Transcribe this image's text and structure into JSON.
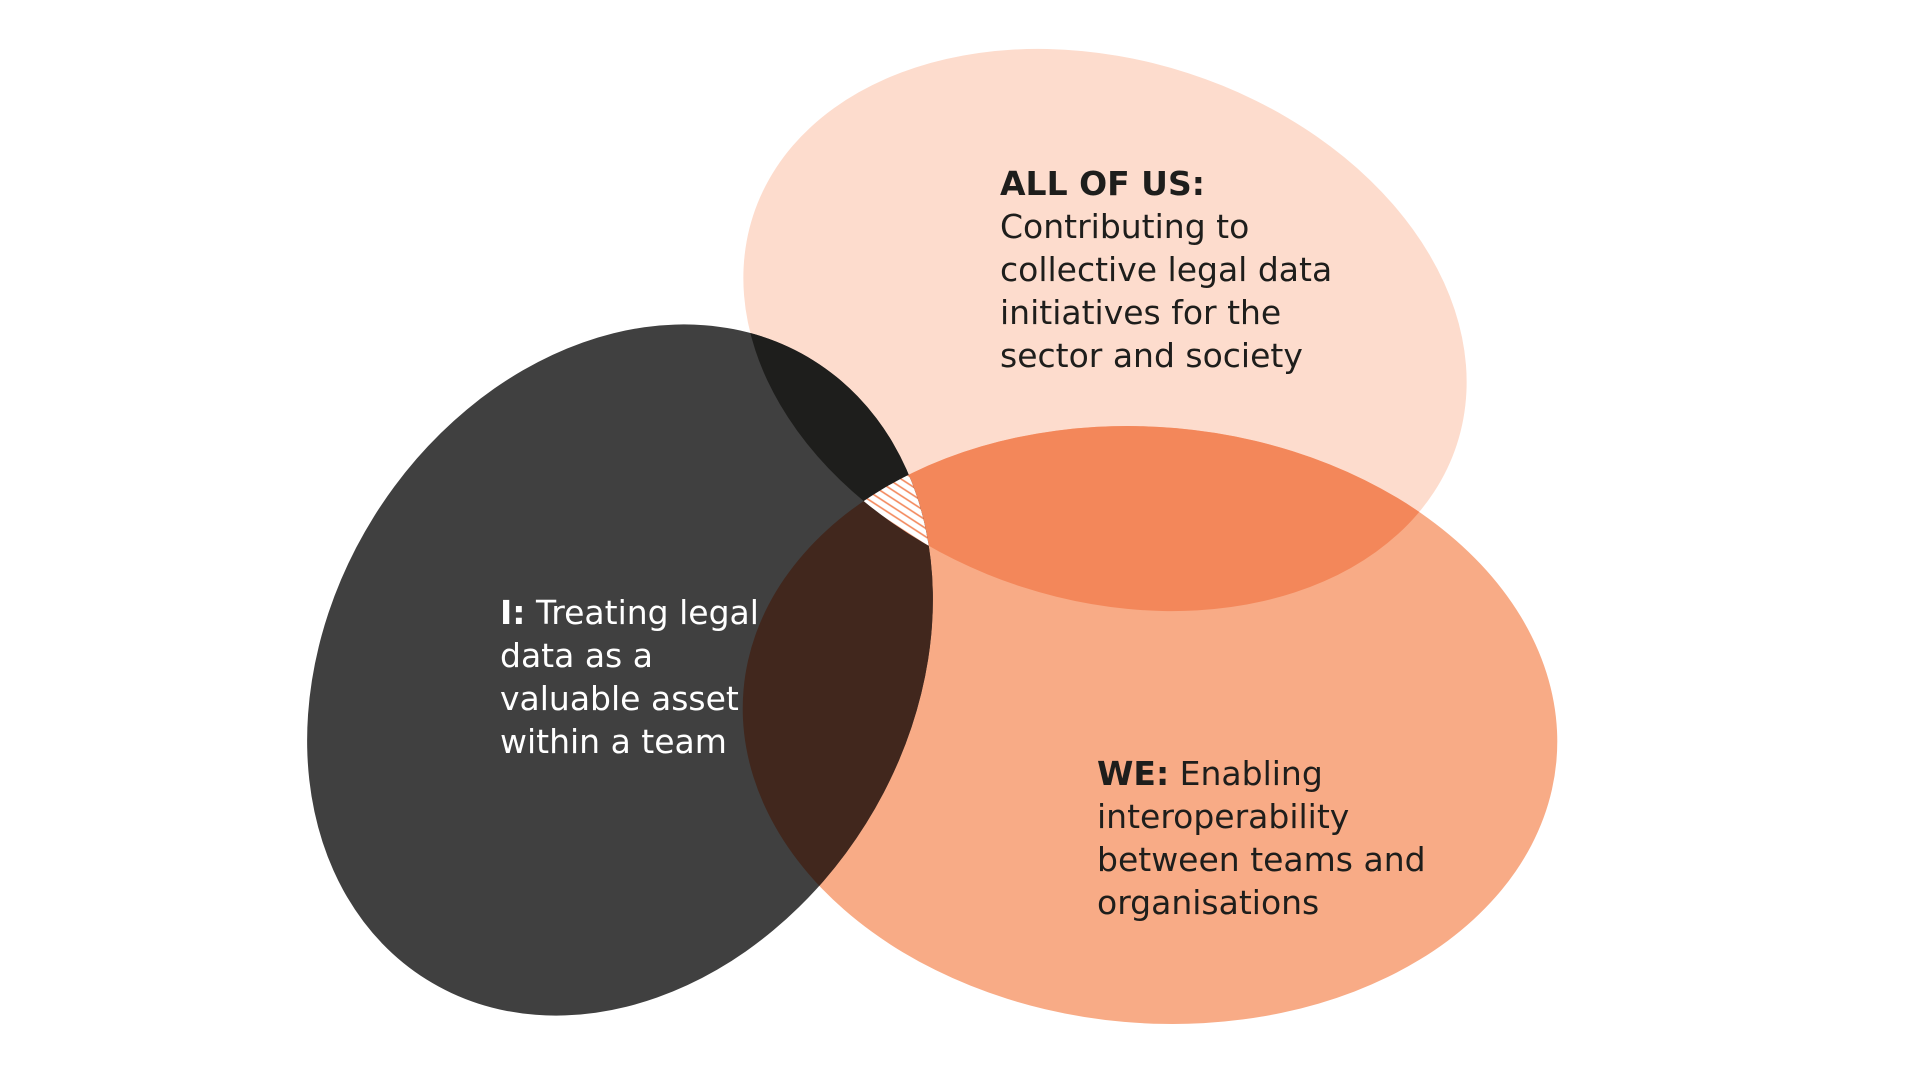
{
  "colors": {
    "background": "#ffffff",
    "i_ellipse": "#404040",
    "all_of_us_ellipse": "#fddccd",
    "we_ellipse": "#f8ab86",
    "i_and_all_overlap": "#1e1e1c",
    "i_and_we_overlap": "#41271d",
    "we_and_all_overlap": "#f3875a",
    "center_hatch_lines": "#f3875a",
    "center_hatch_background": "#ffffff",
    "text_dark": "#1e1e1c",
    "text_light": "#ffffff"
  },
  "labels": {
    "i": {
      "key": "I:",
      "text": "Treating legal data as a valuable asset within a team"
    },
    "all_of_us": {
      "key": "ALL OF US:",
      "text": "Contributing to collective legal data initiatives for the sector and society"
    },
    "we": {
      "key": "WE:",
      "text": "Enabling interoperability between teams and organisations"
    }
  }
}
